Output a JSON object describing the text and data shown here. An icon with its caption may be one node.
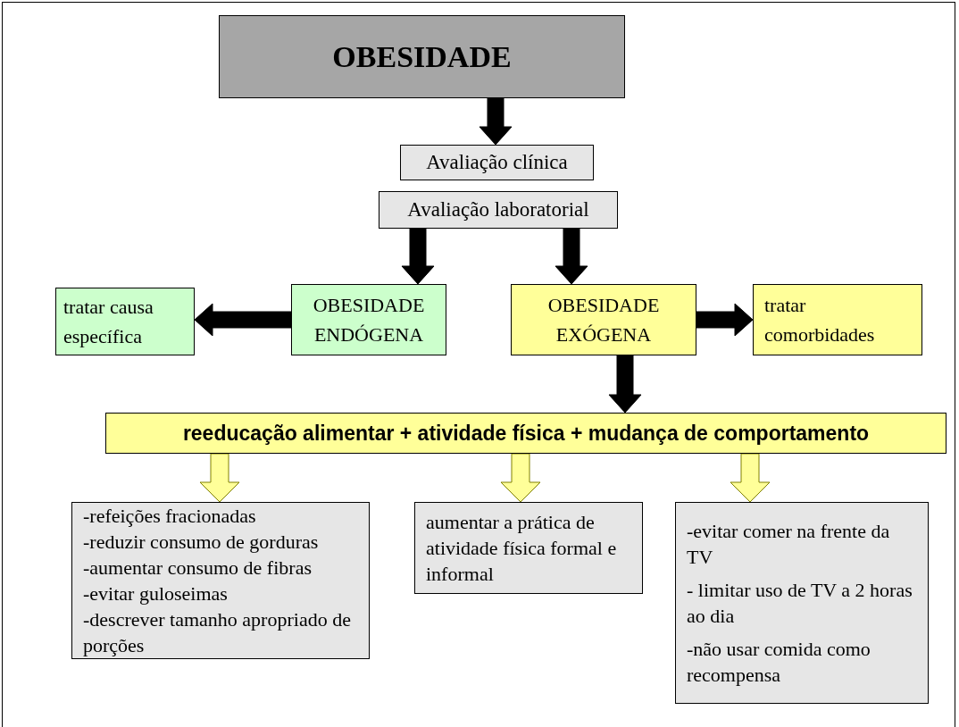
{
  "diagram": {
    "nodes": [
      {
        "text": [
          "OBESIDADE"
        ]
      },
      {
        "text": [
          "Avaliação clínica"
        ]
      },
      {
        "text": [
          "Avaliação laboratorial"
        ]
      },
      {
        "text": [
          "tratar causa específica"
        ]
      },
      {
        "text": [
          "OBESIDADE ENDÓGENA"
        ]
      },
      {
        "text": [
          "OBESIDADE EXÓGENA"
        ]
      },
      {
        "text": [
          "tratar comorbidades"
        ]
      },
      {
        "text": [
          "reeducação alimentar + atividade física + mudança de comportamento"
        ]
      },
      {
        "text": [
          "-refeições fracionadas",
          "-reduzir consumo de gorduras",
          "-aumentar consumo de fibras",
          "-evitar guloseimas",
          "-descrever tamanho apropriado de porções"
        ]
      },
      {
        "text": [
          "aumentar a prática de atividade física formal e informal"
        ]
      },
      {
        "text": [
          "-evitar comer na frente da TV",
          "- limitar uso de TV a 2 horas ao dia",
          "-não usar comida como recompensa"
        ]
      }
    ],
    "edges": [
      {
        "from": 0,
        "to": 1,
        "arrow": "to"
      },
      {
        "from": 2,
        "to": 4,
        "arrow": "to"
      },
      {
        "from": 2,
        "to": 5,
        "arrow": "to"
      },
      {
        "from": 4,
        "to": 3,
        "arrow": "to"
      },
      {
        "from": 5,
        "to": 6,
        "arrow": "to"
      },
      {
        "from": 5,
        "to": 7,
        "arrow": "to"
      },
      {
        "from": 7,
        "to": 8,
        "arrow": "to",
        "color": "#ffff99"
      },
      {
        "from": 7,
        "to": 9,
        "arrow": "to",
        "color": "#ffff99"
      },
      {
        "from": 7,
        "to": 10,
        "arrow": "to",
        "color": "#ffff99"
      }
    ]
  }
}
